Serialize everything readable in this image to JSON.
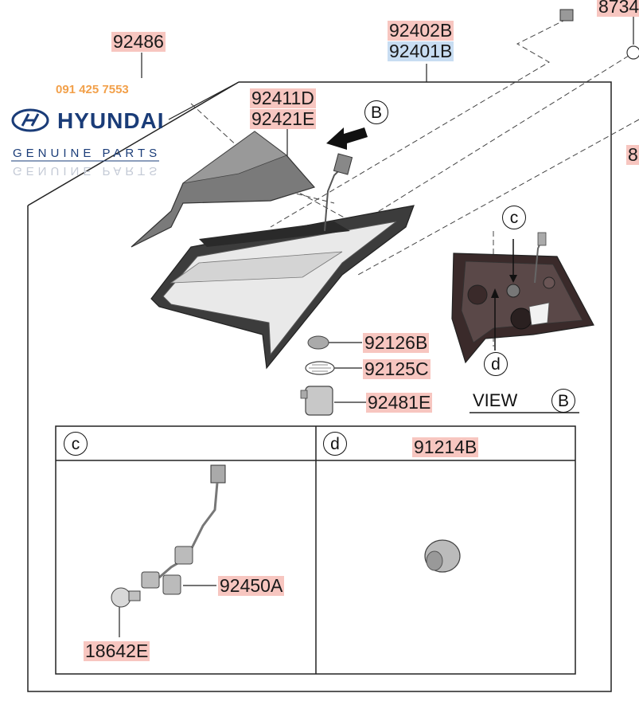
{
  "branding": {
    "phone": "091 425 7553",
    "brand_name": "HYUNDAI",
    "tagline": "GENUINE PARTS"
  },
  "parts": {
    "p92486": "92486",
    "p92402B": "92402B",
    "p92401B": "92401B",
    "p92411D": "92411D",
    "p92421E": "92421E",
    "p87340_partial": "8734",
    "p_right_partial": "8",
    "p92126B": "92126B",
    "p92125C": "92125C",
    "p92481E": "92481E",
    "p91214B": "91214B",
    "p92450A": "92450A",
    "p18642E": "18642E"
  },
  "view": {
    "label": "VIEW",
    "ref": "B"
  },
  "callouts": {
    "b": "B",
    "c": "c",
    "d": "d"
  },
  "boxes": {
    "box_c": "c",
    "box_d": "d"
  },
  "colors": {
    "label_highlight": "#f7c6c0",
    "label_highlight_blue": "#c8ddf2",
    "brand_blue": "#1a3c78",
    "phone_orange": "#f2a04a"
  }
}
